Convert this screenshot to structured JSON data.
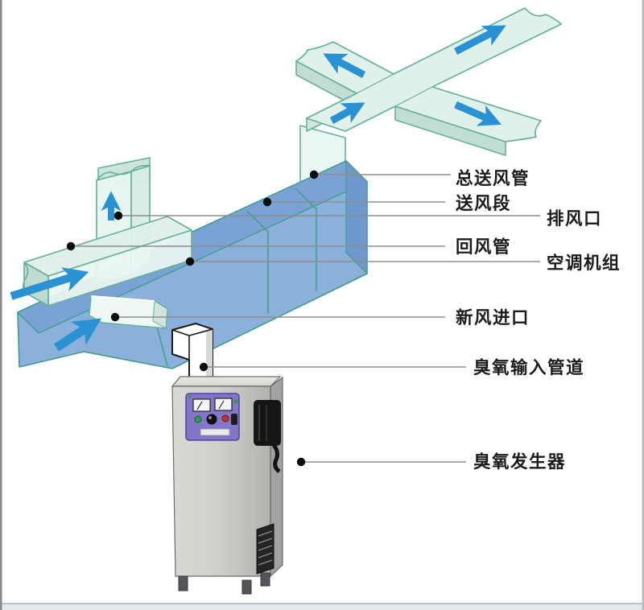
{
  "diagram": {
    "title_present": false,
    "labels": [
      {
        "id": "main-supply-duct",
        "text": "总送风管"
      },
      {
        "id": "supply-section",
        "text": "送风段"
      },
      {
        "id": "exhaust-outlet",
        "text": "排风口"
      },
      {
        "id": "return-duct",
        "text": "回风管"
      },
      {
        "id": "ahu-unit",
        "text": "空调机组"
      },
      {
        "id": "fresh-air-inlet",
        "text": "新风进口"
      },
      {
        "id": "ozone-input-pipe",
        "text": "臭氧输入管道"
      },
      {
        "id": "ozone-generator",
        "text": "臭氧发生器"
      }
    ],
    "airflow_arrows": [
      {
        "on": "cross-duct-nw-arm",
        "direction": "outward-upper-left"
      },
      {
        "on": "cross-duct-ne-arm",
        "direction": "outward-upper-right"
      },
      {
        "on": "cross-duct-se-arm",
        "direction": "outward-lower-right"
      },
      {
        "on": "cross-duct-sw-arm",
        "direction": "inward-to-junction"
      },
      {
        "on": "exhaust-riser",
        "direction": "up"
      },
      {
        "on": "return-duct-open-end",
        "direction": "into-duct"
      },
      {
        "on": "fresh-air-inlet",
        "direction": "into-inlet"
      }
    ],
    "colors": {
      "duct_pale": "#e3f2ec",
      "duct_shade": "#c2ded4",
      "duct_outline": "#63b19b",
      "box_front": "#8bb0dc",
      "box_top": "#7aa2d4",
      "box_end": "#7098cc",
      "box_edge": "#3d9e85",
      "arrow_blue": "#2a91d2",
      "panel_purple": "#8376c8",
      "machine_steel": "#c9cac6",
      "leader_gray": "#8d8d8d",
      "label_black": "#1b1b1b"
    }
  }
}
